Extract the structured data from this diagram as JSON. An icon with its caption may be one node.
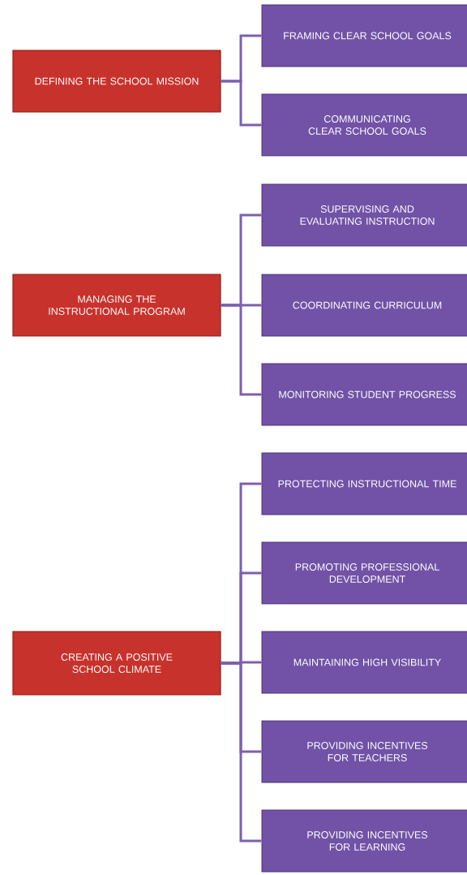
{
  "diagram": {
    "nodes": [
      {
        "text": [
          "DEFINING THE SCHOOL MISSION"
        ]
      },
      {
        "text": [
          "FRAMING CLEAR SCHOOL GOALS"
        ]
      },
      {
        "text": [
          "COMMUNICATING CLEAR SCHOOL GOALS"
        ]
      },
      {
        "text": [
          "MANAGING THE INSTRUCTIONAL PROGRAM"
        ]
      },
      {
        "text": [
          "SUPERVISING AND EVALUATING INSTRUCTION"
        ]
      },
      {
        "text": [
          "COORDINATING CURRICULUM"
        ]
      },
      {
        "text": [
          "MONITORING STUDENT PROGRESS"
        ]
      },
      {
        "text": [
          "CREATING A POSITIVE SCHOOL CLIMATE"
        ]
      },
      {
        "text": [
          "PROTECTING INSTRUCTIONAL TIME"
        ]
      },
      {
        "text": [
          "PROMOTING PROFESSIONAL DEVELOPMENT"
        ]
      },
      {
        "text": [
          "MAINTAINING HIGH VISIBILITY"
        ]
      },
      {
        "text": [
          "PROVIDING INCENTIVES FOR TEACHERS"
        ]
      },
      {
        "text": [
          "PROVIDING INCENTIVES FOR LEARNING"
        ]
      }
    ],
    "edges": [
      {
        "from": 0,
        "to": 1,
        "arrow": "none"
      },
      {
        "from": 0,
        "to": 2,
        "arrow": "none"
      },
      {
        "from": 3,
        "to": 4,
        "arrow": "none"
      },
      {
        "from": 3,
        "to": 5,
        "arrow": "none"
      },
      {
        "from": 3,
        "to": 6,
        "arrow": "none"
      },
      {
        "from": 7,
        "to": 8,
        "arrow": "none"
      },
      {
        "from": 7,
        "to": 9,
        "arrow": "none"
      },
      {
        "from": 7,
        "to": 10,
        "arrow": "none"
      },
      {
        "from": 7,
        "to": 11,
        "arrow": "none"
      },
      {
        "from": 7,
        "to": 12,
        "arrow": "none"
      }
    ]
  }
}
